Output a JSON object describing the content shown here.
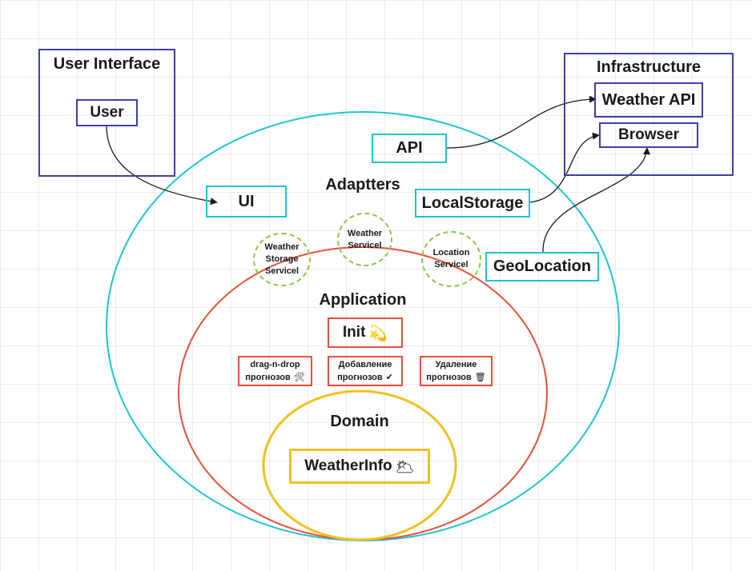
{
  "frames": {
    "user_interface": {
      "title": "User Interface"
    },
    "infrastructure": {
      "title": "Infrastructure"
    }
  },
  "nodes": {
    "user": "User",
    "weather_api": "Weather API",
    "browser": "Browser",
    "api": "API",
    "ui": "UI",
    "local_storage": "LocalStorage",
    "geo_location": "GeoLocation"
  },
  "layers": {
    "adapters": "Adaptters",
    "application": "Application",
    "domain": "Domain"
  },
  "services": {
    "weather_storage": [
      "Weather",
      "Storage",
      "Servicel"
    ],
    "weather": [
      "Weather",
      "Servicel"
    ],
    "location": [
      "Location",
      "Servicel"
    ]
  },
  "application_items": {
    "init": {
      "label": "Init",
      "icon": "💫"
    },
    "drag_n_drop": {
      "line1": "drag-n-drop",
      "line2": "прогнозов",
      "icon": "🛠"
    },
    "add": {
      "line1": "Добавление",
      "line2": "прогнозов",
      "icon": "✔"
    },
    "remove": {
      "line1": "Удаление",
      "line2": "прогнозов",
      "icon": "🗑"
    }
  },
  "domain_items": {
    "weather_info": {
      "label": "WeatherInfo",
      "icon": "🌥"
    }
  },
  "colors": {
    "frame_blue": "#3f3fa6",
    "adapters_cyan": "#1fc5d0",
    "application_red": "#e8503a",
    "domain_yellow": "#f2c11f",
    "service_green": "#8cc84b",
    "connector": "#1a1a1a"
  }
}
